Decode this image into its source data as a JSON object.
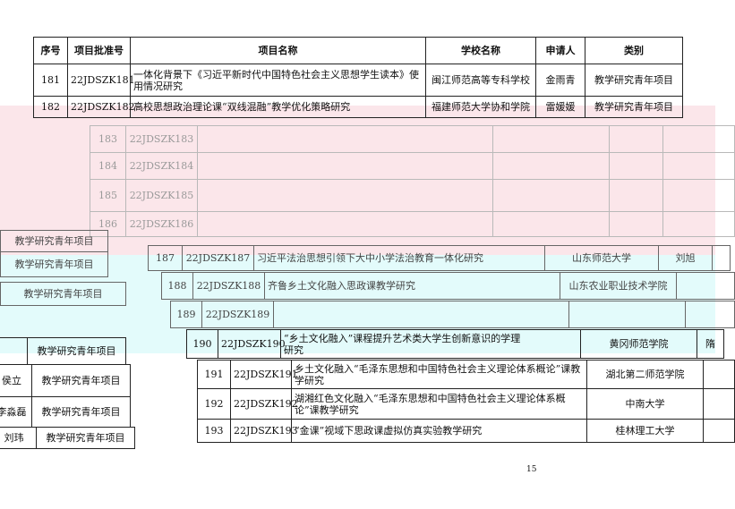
{
  "header": [
    "序号",
    "项目批准号",
    "项目名称",
    "学校名称",
    "申请人",
    "类别"
  ],
  "top_rows": [
    {
      "no": "181",
      "code": "22JDSZK181",
      "name": "一体化背景下《习近平新时代中国特色社会主义思想学生读本》使用情况研究",
      "school": "闽江师范高等专科学校",
      "person": "金雨青",
      "type": "教学研究青年项目"
    },
    {
      "no": "182",
      "code": "22JDSZK182",
      "name": "高校思想政治理论课“双线混融”教学优化策略研究",
      "school": "福建师范大学协和学院",
      "person": "雷媛媛",
      "type": "教学研究青年项目"
    }
  ],
  "ghost_rows": [
    {
      "no": "183",
      "code": "22JDSZK183"
    },
    {
      "no": "184",
      "code": "22JDSZK184"
    },
    {
      "no": "185",
      "code": "22JDSZK185"
    },
    {
      "no": "186",
      "code": "22JDSZK186"
    }
  ],
  "mid_rows": [
    {
      "no": "187",
      "code": "22JDSZK187",
      "name": "习近平法治思想引领下大中小学法治教育一体化研究",
      "school": "山东师范大学",
      "person": "刘旭"
    },
    {
      "no": "188",
      "code": "22JDSZK188",
      "name": "齐鲁乡土文化融入思政课教学研究",
      "school": "山东农业职业技术学院"
    },
    {
      "no": "189",
      "code": "22JDSZK189"
    },
    {
      "no": "190",
      "code": "22JDSZK190",
      "name_lines": [
        "“乡土文化融入”",
        "课程提升艺术类大学生创新意识的学理",
        "研究"
      ],
      "school": "黄冈师范学院"
    }
  ],
  "bottom_rows": [
    {
      "no": "191",
      "code": "22JDSZK191",
      "name": "乡土文化融入“毛泽东思想和中国特色社会主义理论体系概论”课教学研究",
      "school": "湖北第二师范学院"
    },
    {
      "no": "192",
      "code": "22JDSZK192",
      "name": "湖湘红色文化融入“毛泽东思想和中国特色社会主义理论体系概论”课教学研究",
      "school": "中南大学"
    },
    {
      "no": "193",
      "code": "22JDSZK193",
      "name": "“金课”视域下思政课虚拟仿真实验教学研究",
      "school": "桂林理工大学"
    }
  ],
  "left_fragments": [
    {
      "person": "",
      "type": "教学研究青年项目"
    },
    {
      "person": "",
      "type": "教学研究青年项目"
    },
    {
      "person": "",
      "type": "教学研究青年项目"
    },
    {
      "person": "",
      "type": "教学研究青年项目"
    },
    {
      "person": "侯立",
      "type": "教学研究青年项目"
    },
    {
      "person": "李淼磊",
      "type": "教学研究青年项目"
    },
    {
      "person": "刘玮",
      "type": "教学研究青年项目"
    }
  ],
  "page_number": "15",
  "colors": {
    "pink_tint": "#fbe4e8",
    "cyan_tint": "#e2fbfb",
    "line": "#222222"
  }
}
